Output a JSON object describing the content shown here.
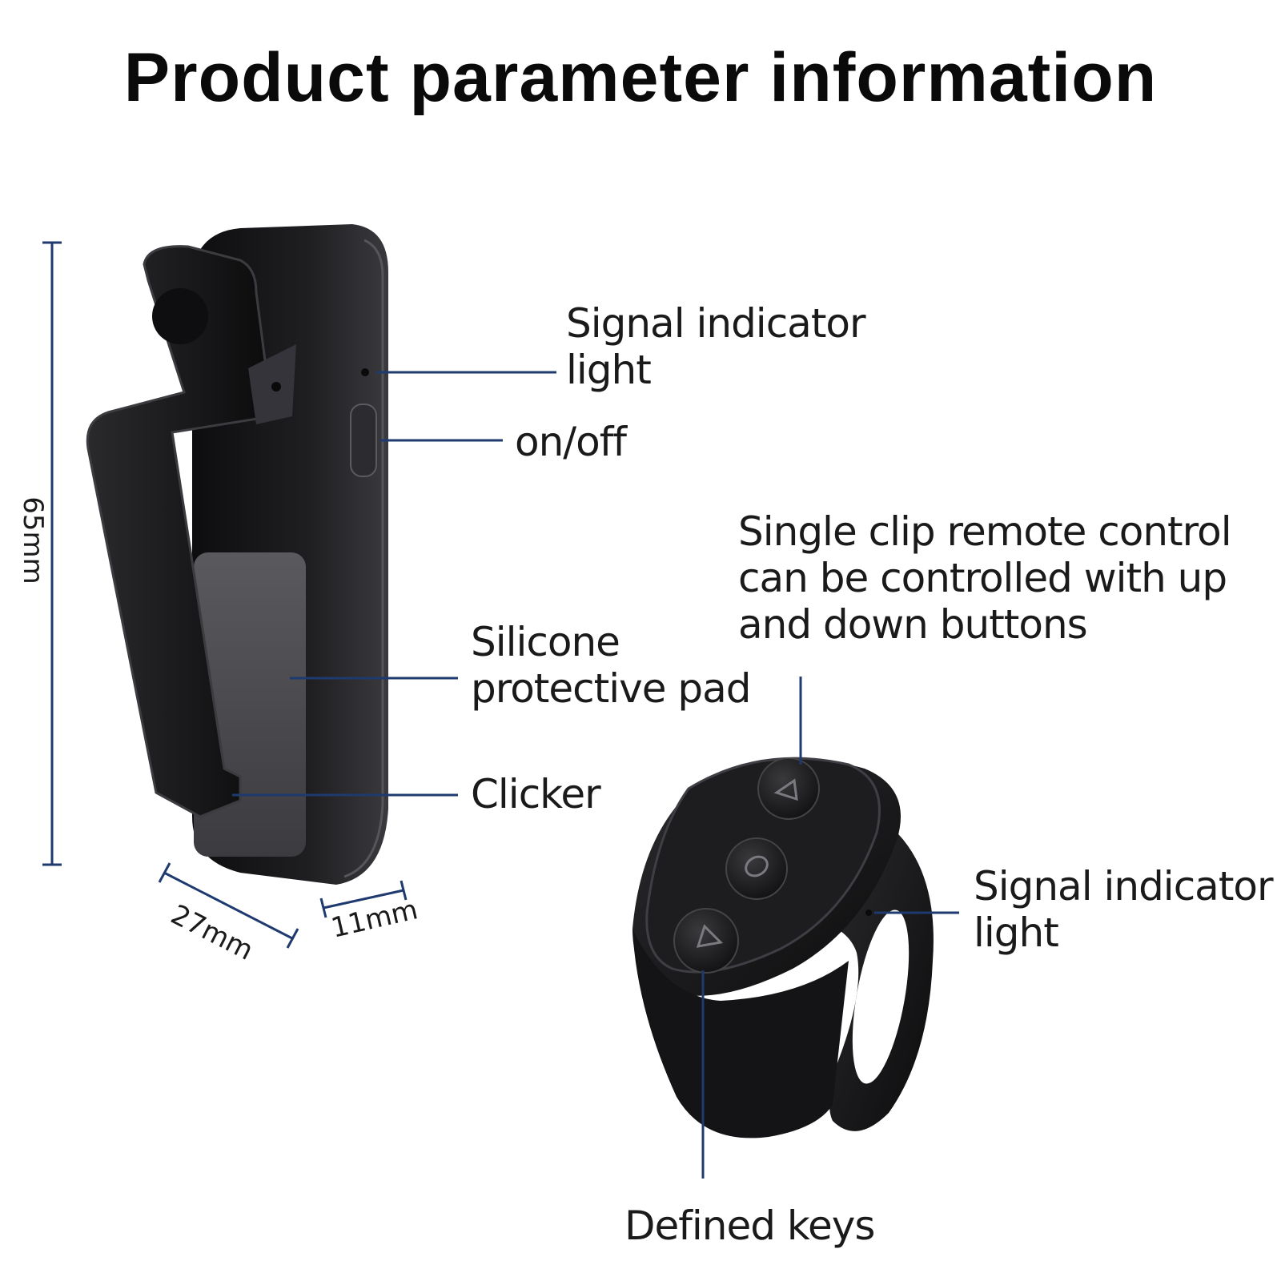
{
  "title": "Product parameter information",
  "dimensions": {
    "height": "65mm",
    "width": "27mm",
    "depth": "11mm"
  },
  "callouts": {
    "clip_signal_light": [
      "Signal indicator",
      "light"
    ],
    "on_off": "on/off",
    "silicone_pad": [
      "Silicone",
      "protective pad"
    ],
    "clicker": "Clicker",
    "single_clip": [
      "Single clip remote control",
      "can be controlled with up",
      "and down buttons"
    ],
    "ring_signal_light": [
      "Signal indicator",
      "light"
    ],
    "defined_keys": "Defined keys"
  },
  "colors": {
    "leader_line": "#1e3a6e",
    "device_body": "#1c1c1e",
    "pad": "#4a4a4e"
  },
  "icons": [
    "up-arrow-icon",
    "circle-button-icon",
    "play-arrow-icon"
  ]
}
